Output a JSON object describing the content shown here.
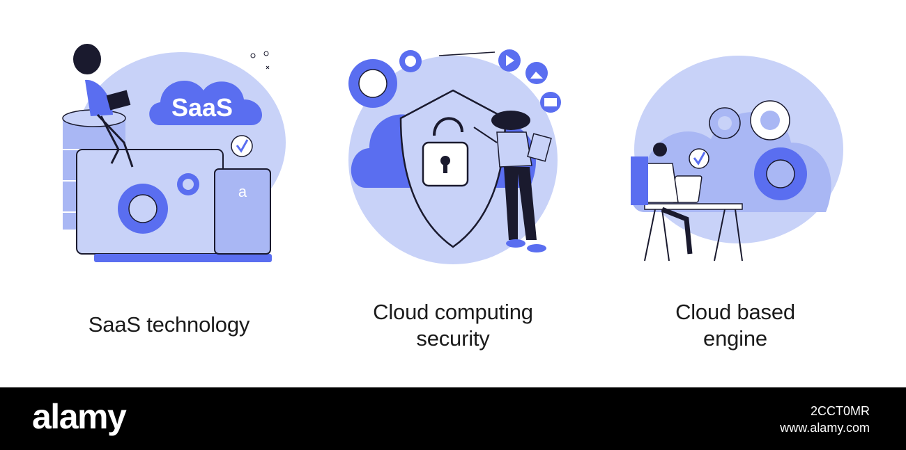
{
  "panels": [
    {
      "name": "saas-technology",
      "caption": [
        "SaaS technology"
      ],
      "cloud_text": "SaaS",
      "tablet_letter": "a"
    },
    {
      "name": "cloud-computing-security",
      "caption": [
        "Cloud computing",
        "security"
      ]
    },
    {
      "name": "cloud-based-engine",
      "caption": [
        "Cloud based",
        "engine"
      ]
    }
  ],
  "footer": {
    "logo": "alamy",
    "image_id": "2CCT0MR",
    "site": "www.alamy.com"
  },
  "colors": {
    "accent": "#5A6EF0",
    "light": "#C8D2F8",
    "mid": "#A9B7F4",
    "outline": "#1A1A2E",
    "footer_bg": "#000000"
  }
}
